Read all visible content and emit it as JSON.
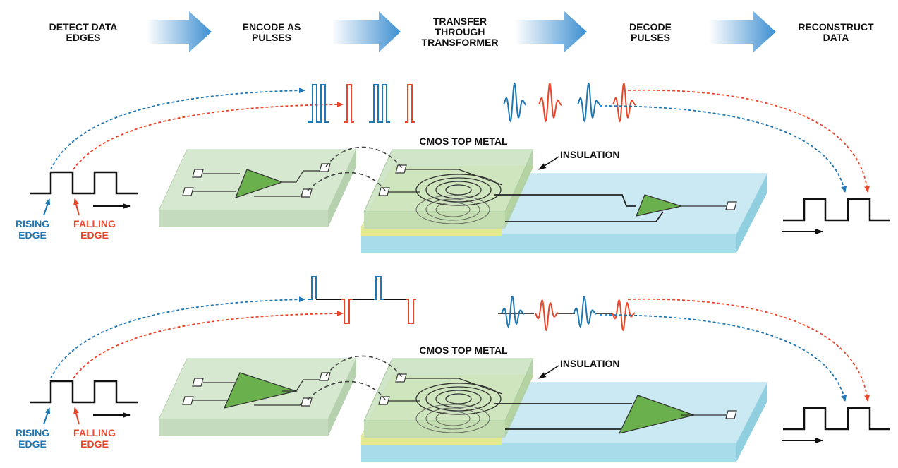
{
  "steps": [
    {
      "label": "DETECT DATA\nEDGES"
    },
    {
      "label": "ENCODE AS\nPULSES"
    },
    {
      "label": "TRANSFER\nTHROUGH\nTRANSFORMER"
    },
    {
      "label": "DECODE\nPULSES"
    },
    {
      "label": "RECONSTRUCT\nDATA"
    }
  ],
  "labels": {
    "cmos_top_metal": "CMOS TOP METAL",
    "insulation": "INSULATION",
    "rising_1": "RISING",
    "rising_2": "EDGE",
    "falling_1": "FALLING",
    "falling_2": "EDGE"
  },
  "colors": {
    "rising": "#1f77b4",
    "falling": "#e8462a",
    "green_substrate": "#cfe3c9",
    "blue_substrate": "#c6e6f0",
    "yellow_layer": "#eaf0a8",
    "amplifier": "#6ab04c",
    "arrow": "#3d8fd1"
  },
  "icons": [
    "step-arrow-icon",
    "amplifier-icon",
    "transformer-coil-icon",
    "bond-pad-icon"
  ]
}
